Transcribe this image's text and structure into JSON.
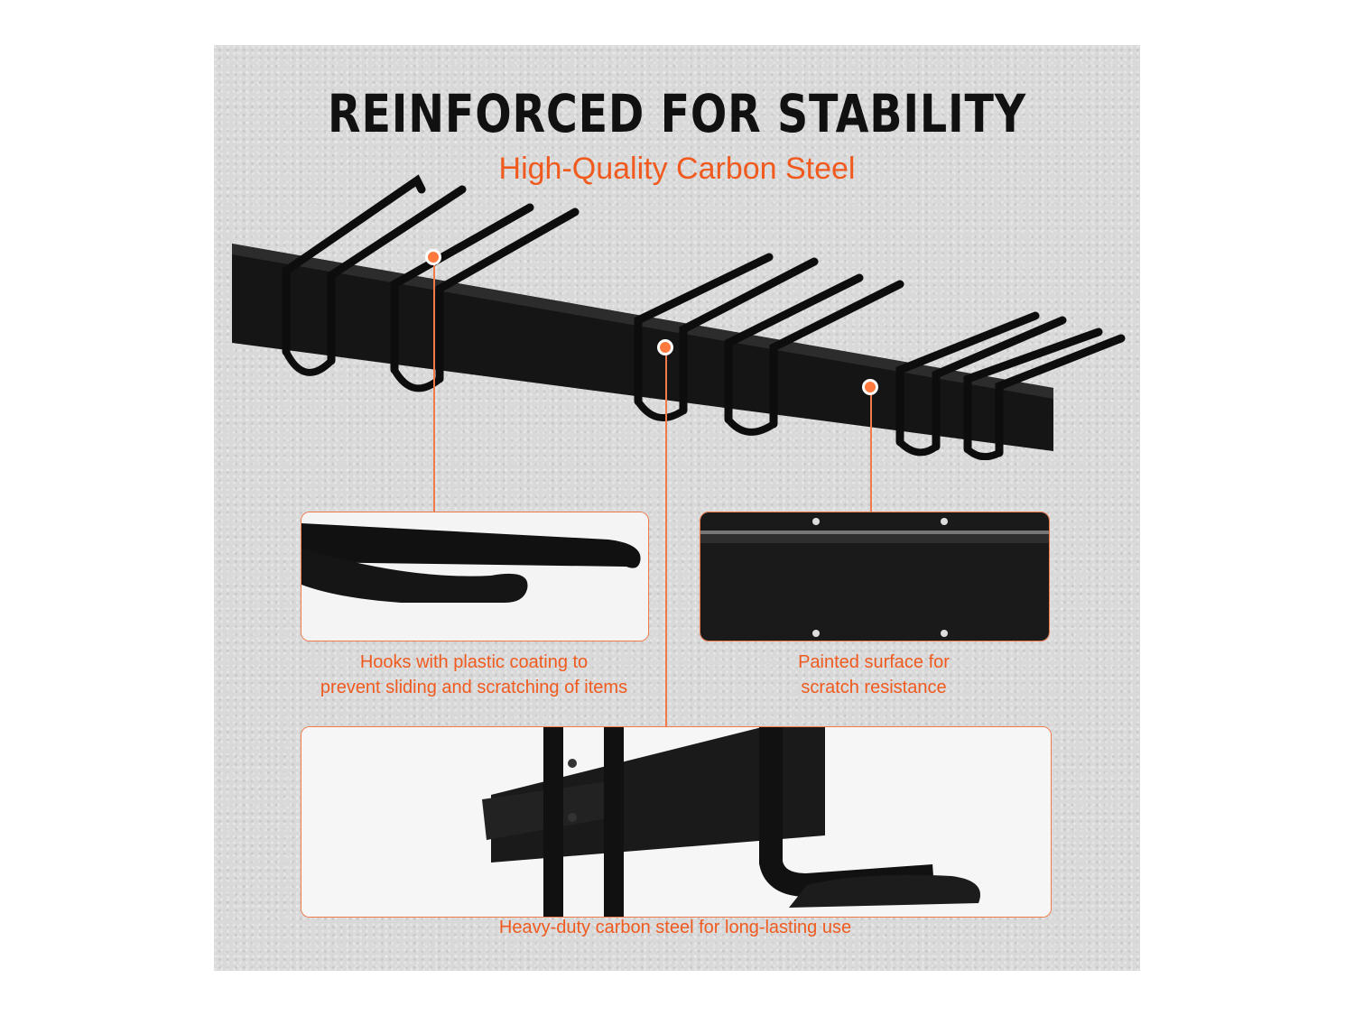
{
  "title": "REINFORCED FOR STABILITY",
  "subtitle": "High-Quality Carbon Steel",
  "callouts": [
    {
      "caption_line1": "Hooks with plastic coating to",
      "caption_line2": "prevent sliding and scratching of items"
    },
    {
      "caption_line1": "Painted surface for",
      "caption_line2": "scratch resistance"
    },
    {
      "caption_line1": "Heavy-duty carbon steel for long-lasting use"
    }
  ],
  "colors": {
    "accent": "#f05a1e",
    "background": "#d9d9d9",
    "steel": "#111111"
  }
}
